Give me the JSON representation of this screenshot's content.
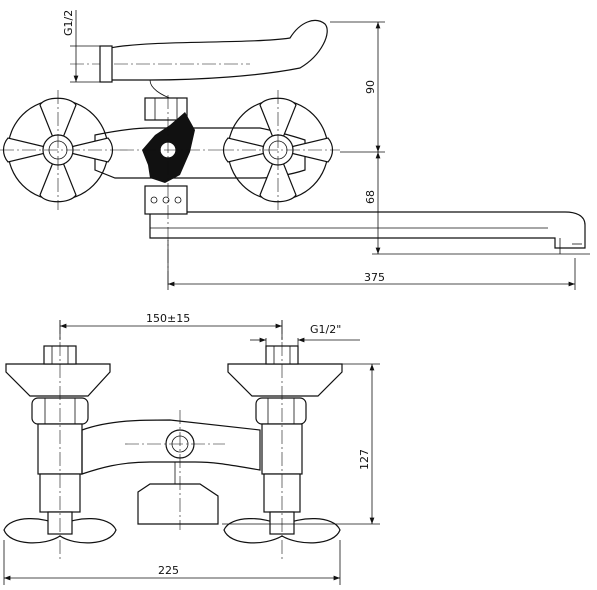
{
  "drawing": {
    "top_view": {
      "dim_thread": "G1/2",
      "dim_height_upper": "90",
      "dim_height_lower": "68",
      "dim_spout_length": "375"
    },
    "front_view": {
      "dim_center_distance": "150±15",
      "dim_thread": "G1/2\"",
      "dim_height": "127",
      "dim_width": "225"
    }
  }
}
